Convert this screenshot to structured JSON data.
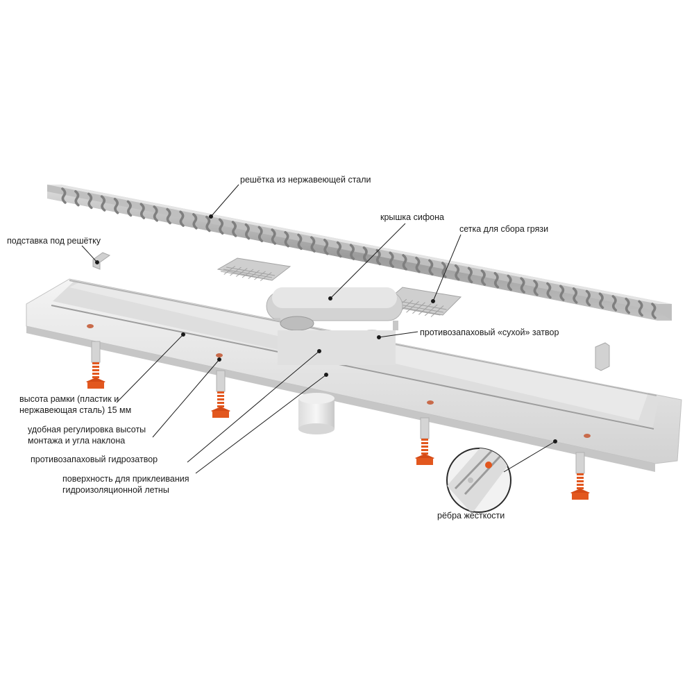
{
  "labels": {
    "grate": "решётка из нержавеющей стали",
    "grate_stand": "подставка под решётку",
    "siphon_cover": "крышка сифона",
    "dirt_mesh": "сетка для сбора грязи",
    "dry_trap": "противозапаховый «сухой» затвор",
    "frame_height_line1": "высота рамки (пластик и",
    "frame_height_line2": "нержавеющая сталь) 15 мм",
    "height_adjust_line1": "удобная регулировка высоты",
    "height_adjust_line2": "монтажа и угла наклона",
    "water_trap": "противозапаховый гидрозатвор",
    "glue_surface_line1": "поверхность для приклеивания",
    "glue_surface_line2": "гидроизоляционной летны",
    "ribs": "рёбра жёсткости"
  },
  "colors": {
    "steel": "#9a9a9a",
    "plastic_body": "#e6e6e6",
    "adjuster_orange": "#e2571e",
    "leader_line": "#1a1a1a"
  }
}
